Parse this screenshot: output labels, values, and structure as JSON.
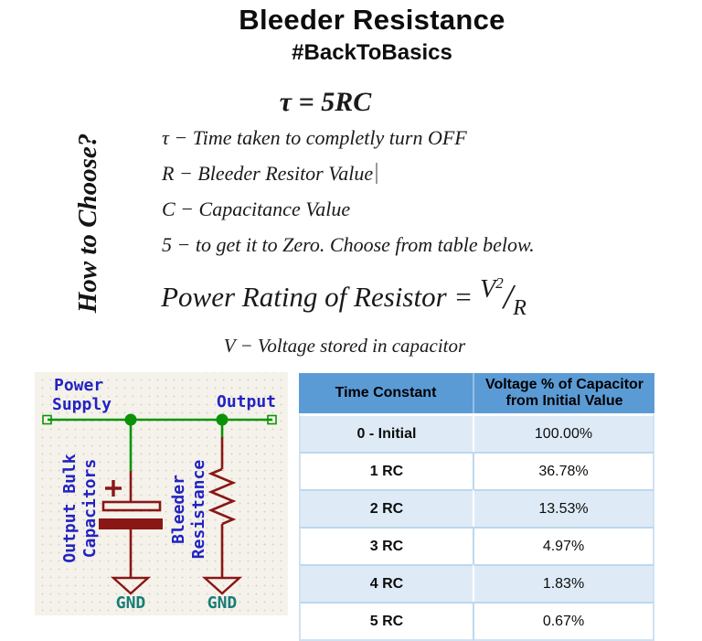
{
  "header": {
    "title": "Bleeder Resistance",
    "hashtag": "#BackToBasics"
  },
  "howto": {
    "side_label": "How to Choose?",
    "tau_formula": "τ = 5RC",
    "definitions": [
      "τ − Time taken to completly turn OFF",
      "R − Bleeder Resitor Value",
      "C − Capacitance Value",
      "5 − to get it to Zero. Choose from table below."
    ],
    "power_formula": {
      "lhs": "Power Rating of Resistor = ",
      "numerator": "V",
      "exponent": "2",
      "slash": "/",
      "denominator": "R"
    },
    "voltage_note": "V − Voltage stored in capacitor"
  },
  "circuit": {
    "labels": {
      "power_supply_line1": "Power",
      "power_supply_line2": "Supply",
      "output": "Output",
      "capacitor_line1": "Output Bulk",
      "capacitor_line2": "Capacitors",
      "bleeder_line1": "Bleeder",
      "bleeder_line2": "Resistance",
      "plus_sign": "+",
      "gnd_left": "GND",
      "gnd_right": "GND"
    },
    "colors": {
      "wire_green": "#0a9308",
      "component_red": "#8a1616",
      "label_blue": "#2323c2",
      "gnd_teal": "#177d76",
      "panel_bg": "#f4f2ea"
    }
  },
  "table": {
    "headers": {
      "time_constant": "Time Constant",
      "voltage": "Voltage % of Capacitor from Initial Value"
    },
    "rows": [
      {
        "constant": "0 - Initial",
        "voltage": "100.00%"
      },
      {
        "constant": "1 RC",
        "voltage": "36.78%"
      },
      {
        "constant": "2 RC",
        "voltage": "13.53%"
      },
      {
        "constant": "3 RC",
        "voltage": "4.97%"
      },
      {
        "constant": "4 RC",
        "voltage": "1.83%"
      },
      {
        "constant": "5 RC",
        "voltage": "0.67%"
      }
    ],
    "colors": {
      "header_bg": "#5B9BD5",
      "band_bg": "#DEEBF7",
      "border": "#BDD7EE"
    }
  }
}
